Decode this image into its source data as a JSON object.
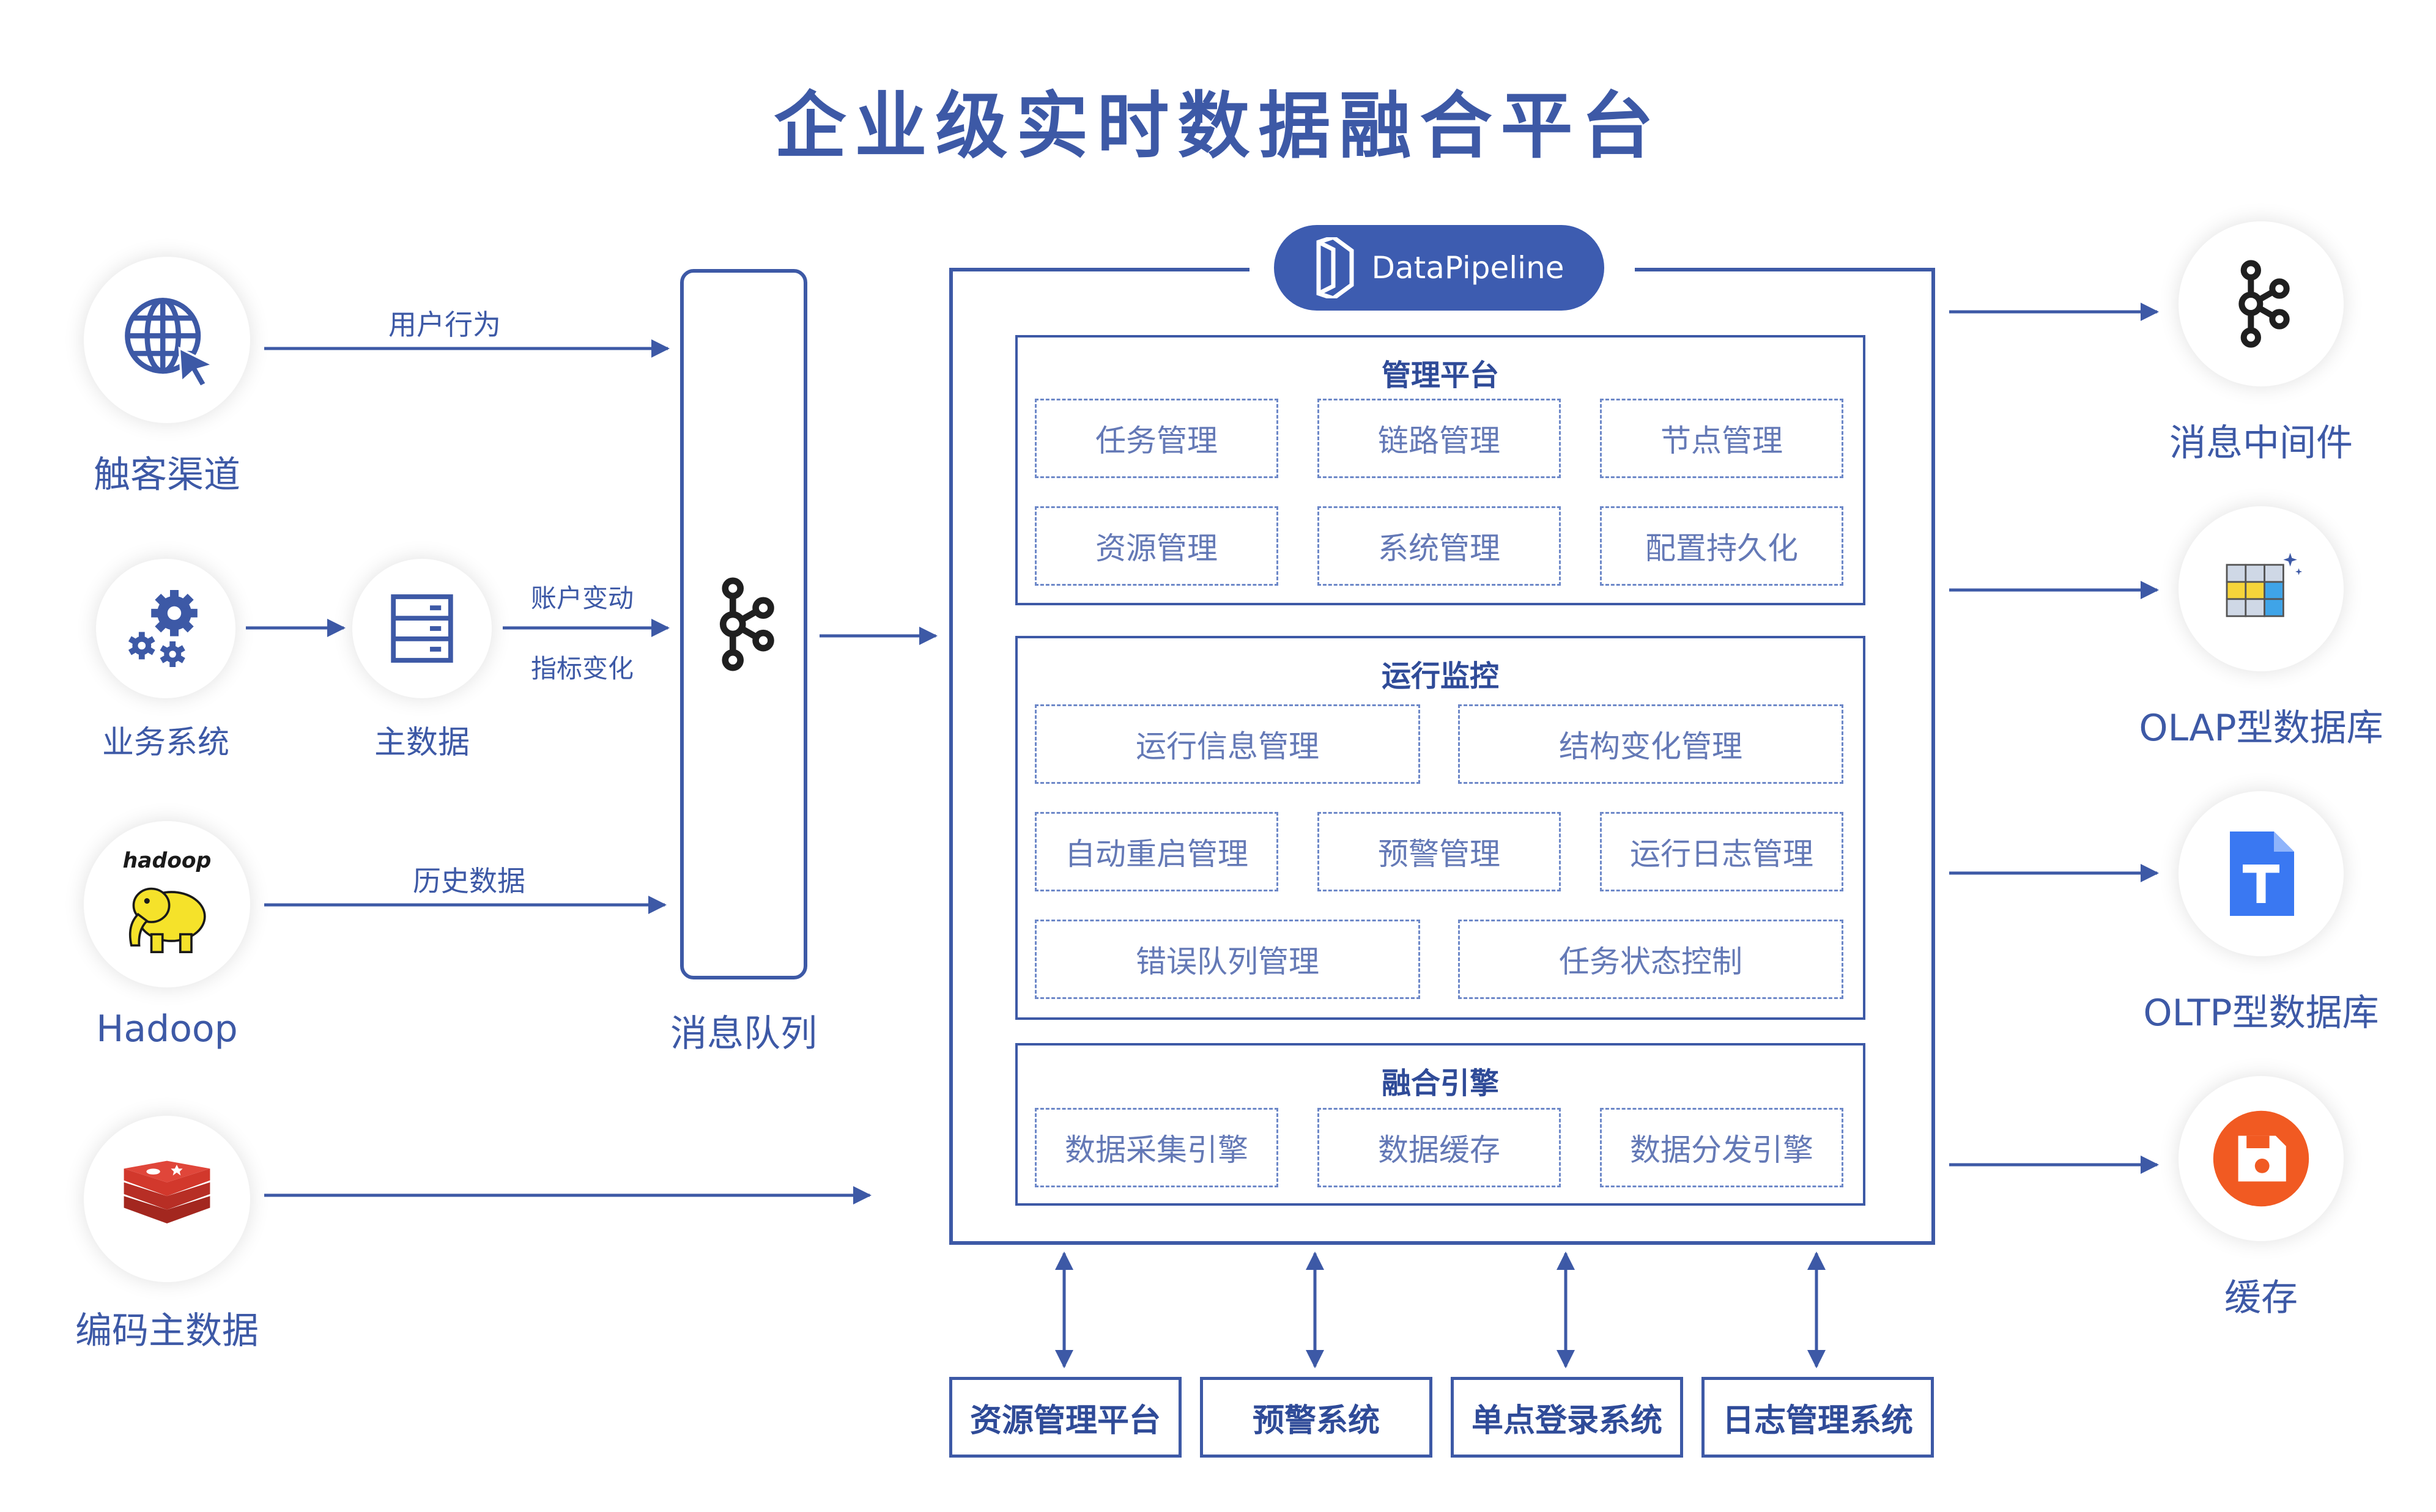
{
  "title": "企业级实时数据融合平台",
  "sources": {
    "touch": "触客渠道",
    "business": "业务系统",
    "master": "主数据",
    "hadoop": "Hadoop",
    "hadoop_logo_text": "hadoop",
    "coding": "编码主数据"
  },
  "arrows": {
    "user_behavior": "用户行为",
    "account_change": "账户变动",
    "metric_change": "指标变化",
    "history": "历史数据"
  },
  "queue": {
    "label": "消息队列"
  },
  "platform": {
    "brand": "DataPipeline",
    "management": {
      "title": "管理平台",
      "items": [
        "任务管理",
        "链路管理",
        "节点管理",
        "资源管理",
        "系统管理",
        "配置持久化"
      ]
    },
    "monitoring": {
      "title": "运行监控",
      "items": [
        "运行信息管理",
        "结构变化管理",
        "自动重启管理",
        "预警管理",
        "运行日志管理",
        "错误队列管理",
        "任务状态控制"
      ]
    },
    "engine": {
      "title": "融合引擎",
      "items": [
        "数据采集引擎",
        "数据缓存",
        "数据分发引擎"
      ]
    }
  },
  "bottom": [
    "资源管理平台",
    "预警系统",
    "单点登录系统",
    "日志管理系统"
  ],
  "targets": {
    "mq": "消息中间件",
    "olap": "OLAP型数据库",
    "oltp": "OLTP型数据库",
    "cache": "缓存"
  },
  "colors": {
    "primary": "#3d59a6",
    "dashed": "#6d88c8",
    "redis": "#d2382c",
    "hadoop_yellow": "#f5e22a",
    "cache_orange": "#f15a22",
    "oltp_blue": "#3a78f2"
  }
}
